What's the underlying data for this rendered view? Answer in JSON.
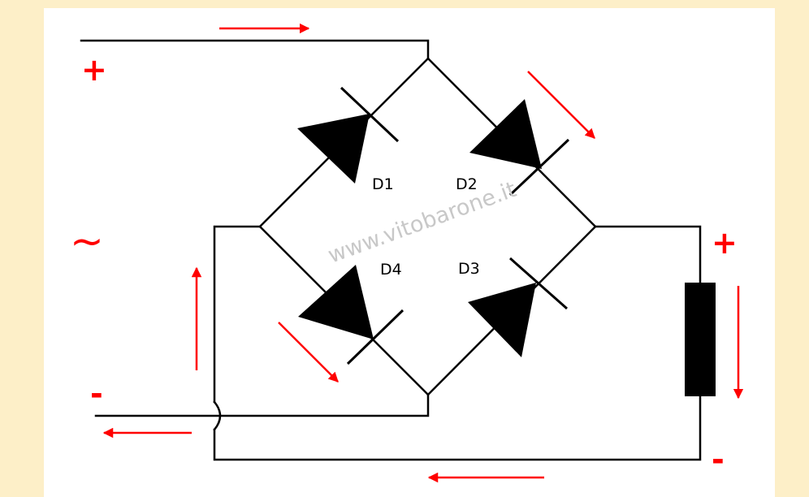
{
  "diagram": {
    "colors": {
      "page_bg": "#fdefc8",
      "panel_bg": "#ffffff",
      "wire": "#000000",
      "accent": "#ff0000",
      "watermark": "#c8c8c8"
    },
    "diodes": [
      {
        "label": "D1"
      },
      {
        "label": "D2"
      },
      {
        "label": "D3"
      },
      {
        "label": "D4"
      }
    ],
    "input": {
      "plus": "+",
      "minus": "-",
      "ac_symbol": "~"
    },
    "output": {
      "plus": "+",
      "minus": "-"
    },
    "watermark": "www.vitobarone.it"
  }
}
